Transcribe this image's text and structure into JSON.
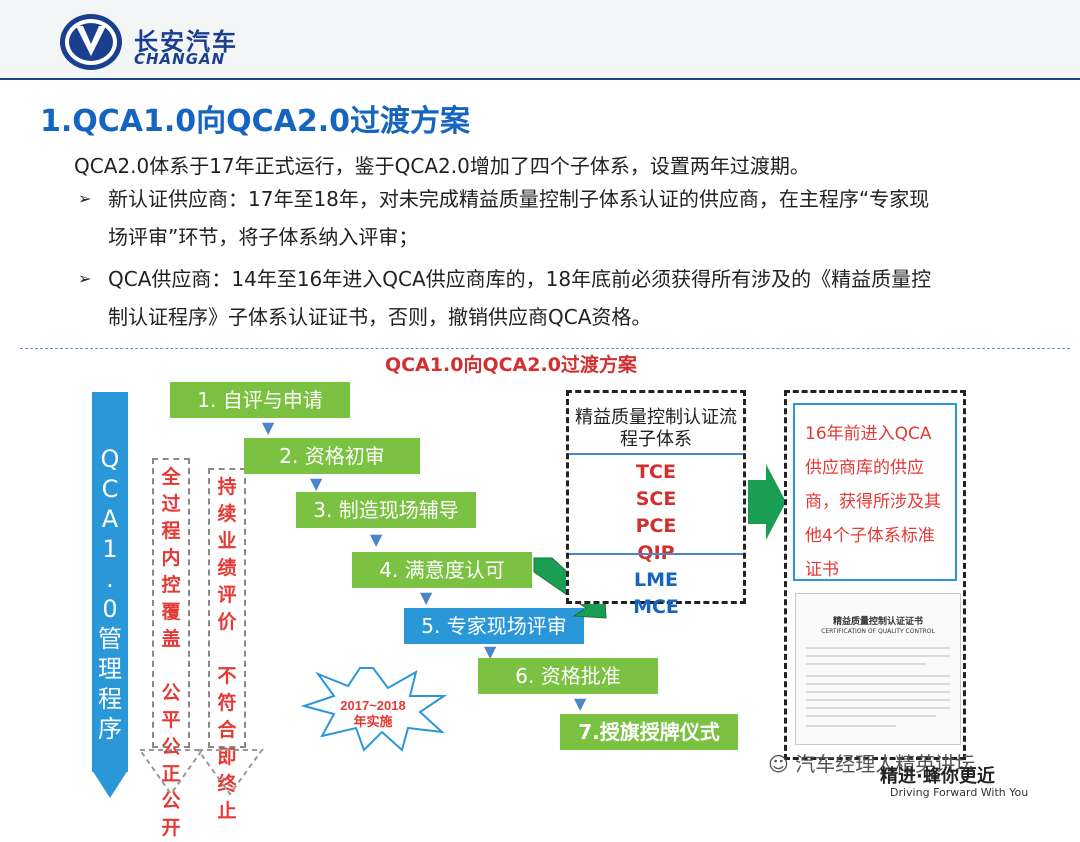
{
  "header": {
    "logo_cn": "长安汽车",
    "logo_en": "CHANGAN"
  },
  "slide": {
    "title": "1.QCA1.0向QCA2.0过渡方案",
    "intro": "QCA2.0体系于17年正式运行，鉴于QCA2.0增加了四个子体系，设置两年过渡期。",
    "bullets": [
      {
        "line1": "新认证供应商：17年至18年，对未完成精益质量控制子体系认证的供应商，在主程序“专家现",
        "line2": "场评审”环节，将子体系纳入评审；"
      },
      {
        "line1": "QCA供应商：14年至16年进入QCA供应商库的，18年底前必须获得所有涉及的《精益质量控",
        "line2": "制认证程序》子体系认证证书，否则，撤销供应商QCA资格。"
      }
    ]
  },
  "diagram": {
    "title": "QCA1.0向QCA2.0过渡方案",
    "vbar_text": "QCA1.0管理程序",
    "col1_text": "全过程内控覆盖 公平公正公开",
    "col2_text": "持续业绩评价 不符合即终止",
    "steps": [
      "1. 自评与申请",
      "2. 资格初审",
      "3. 制造现场辅导",
      "4. 满意度认可",
      "5. 专家现场评审",
      "6. 资格批准",
      "7.授旗授牌仪式"
    ],
    "starburst": {
      "line1": "2017~2018",
      "line2": "年实施"
    },
    "subsystem_box": {
      "title": "精益质量控制认证流程子体系",
      "items": [
        {
          "name": "TCE",
          "color": "#d32f2f"
        },
        {
          "name": "SCE",
          "color": "#d32f2f"
        },
        {
          "name": "PCE",
          "color": "#d32f2f"
        },
        {
          "name": "QIP",
          "color": "#d32f2f"
        },
        {
          "name": "LME",
          "color": "#1565c0"
        },
        {
          "name": "MCE",
          "color": "#1565c0"
        }
      ]
    },
    "result_box": {
      "text": "16年前进入QCA供应商库的供应商，获得所涉及其他4个子体系标准证书",
      "cert_title": "精益质量控制认证证书",
      "cert_subtitle": "CERTIFICATION OF QUALITY CONTROL"
    }
  },
  "watermark": "汽车经理人精英讲坛",
  "slogan": {
    "cn": "精进·蜂你更近",
    "en": "Driving Forward With You"
  },
  "colors": {
    "brand": "#1b3f8f",
    "accent_blue": "#2a98d8",
    "step_green": "#7bc142",
    "red": "#e53935"
  }
}
